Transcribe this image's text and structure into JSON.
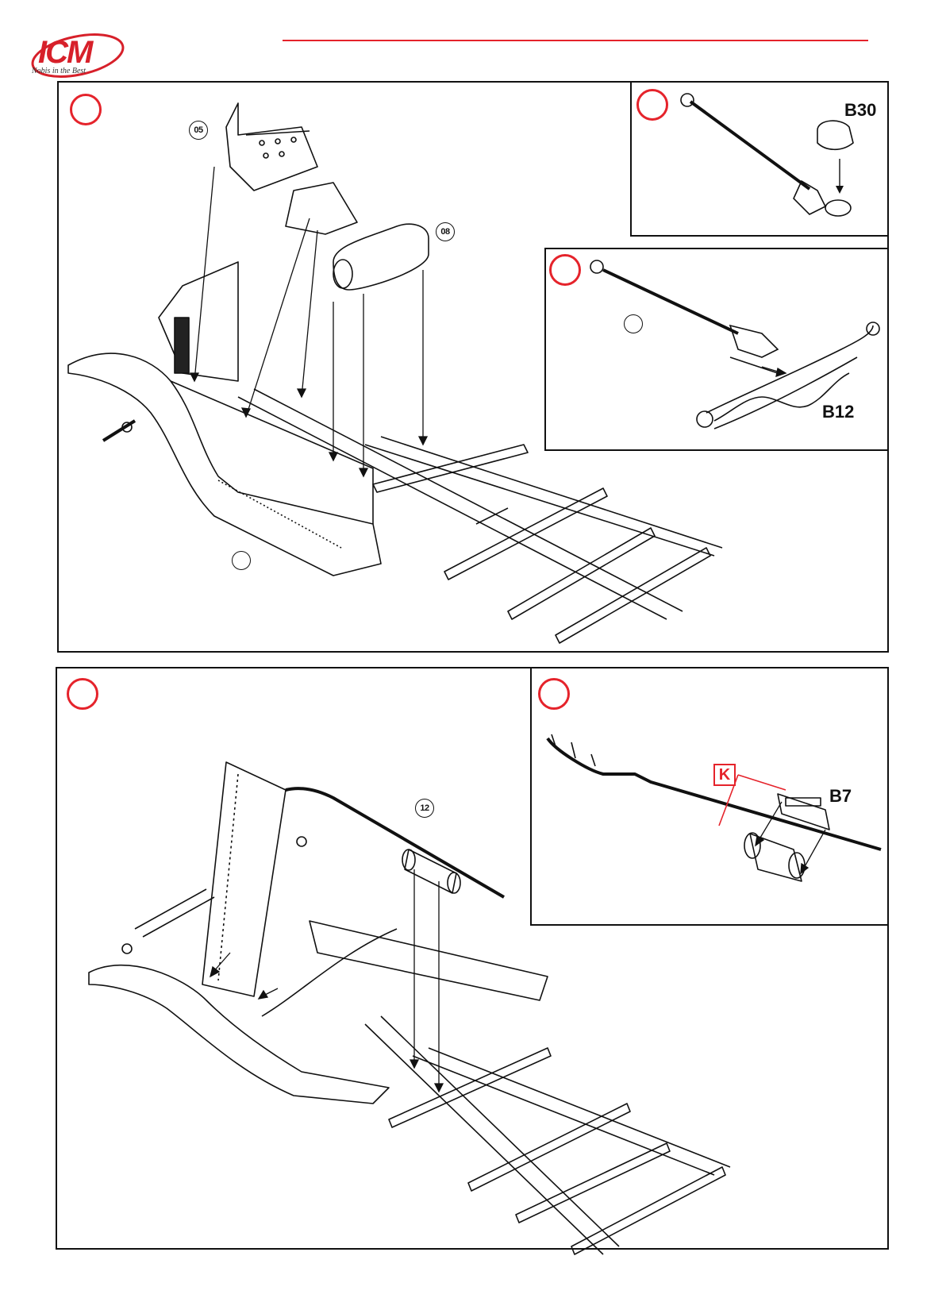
{
  "header": {
    "logo_text": "ICM",
    "logo_tagline": "Nobis in the Best",
    "accent_color": "#e5232b"
  },
  "panels": {
    "top_main": {
      "callouts": [
        "05",
        "08"
      ]
    },
    "top_inset_upper": {
      "part_label": "B30"
    },
    "top_inset_lower": {
      "part_label": "B12"
    },
    "bottom_main": {
      "callouts": [
        "12"
      ]
    },
    "bottom_inset": {
      "part_label": "B7",
      "paint_code": "K"
    }
  }
}
